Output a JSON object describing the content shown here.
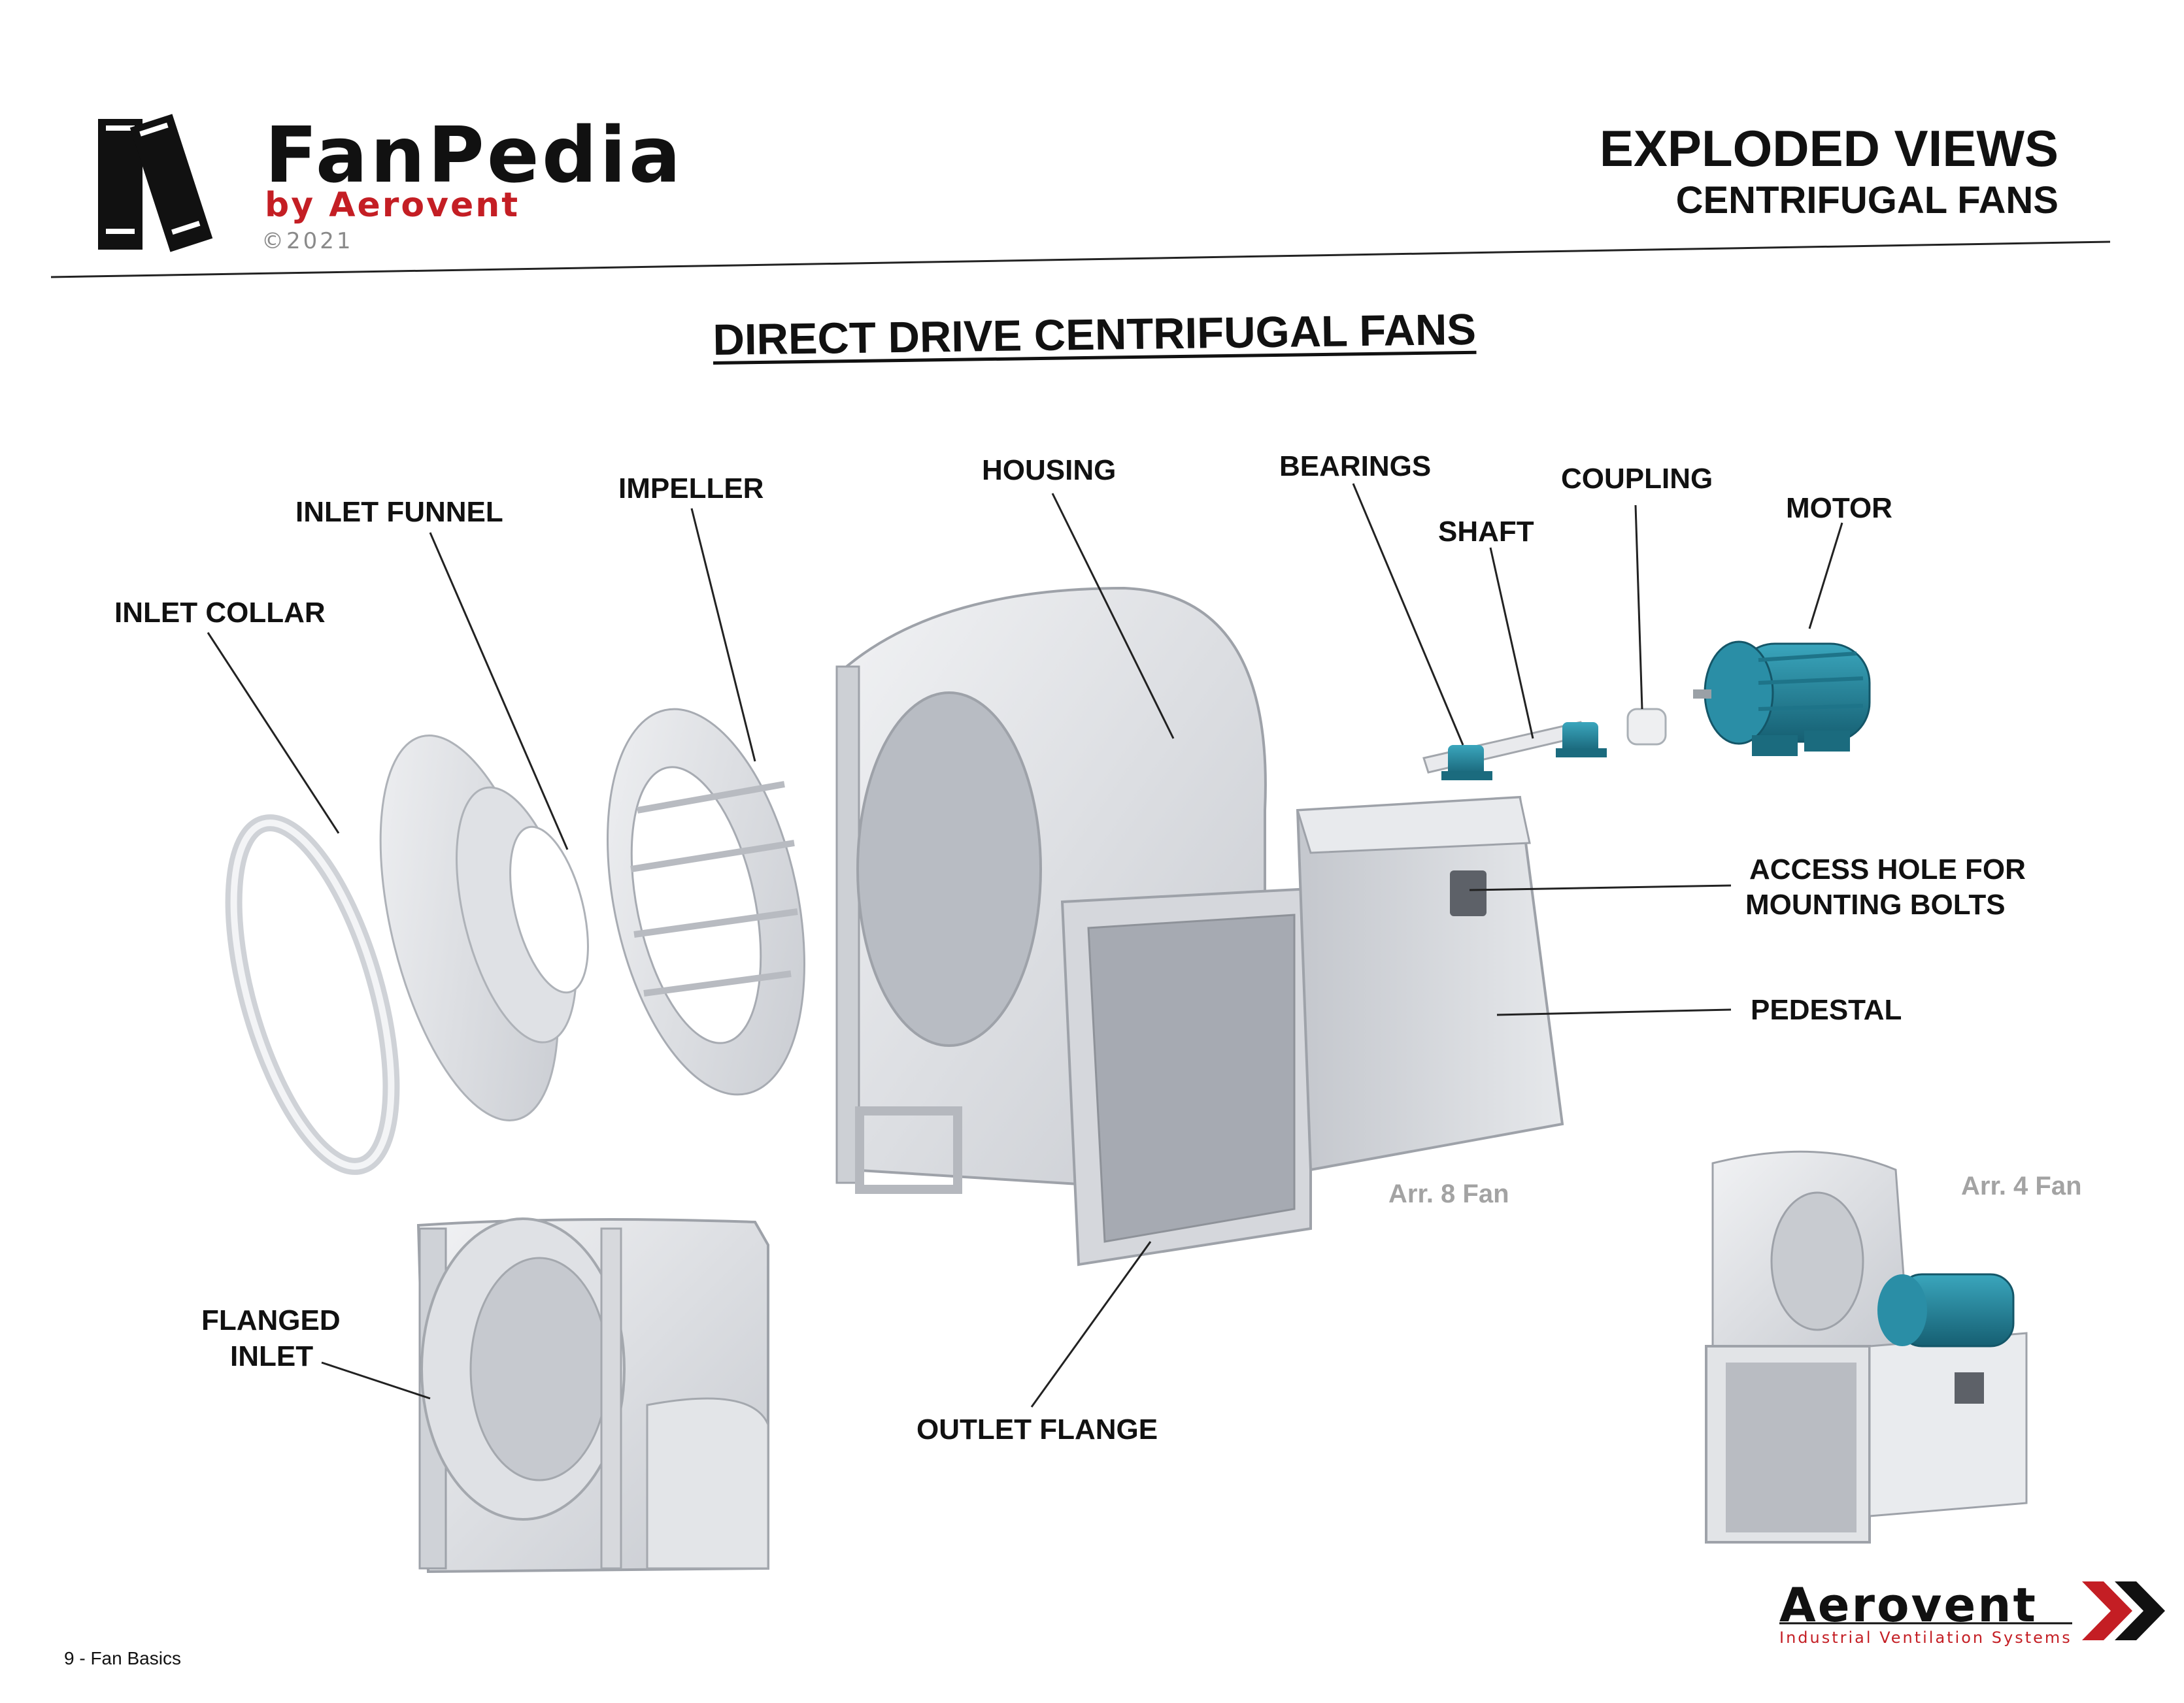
{
  "brand": {
    "name": "FanPedia",
    "byline": "by Aerovent",
    "copyright": "©2021"
  },
  "header": {
    "title": "EXPLODED VIEWS",
    "subtitle": "CENTRIFUGAL FANS"
  },
  "main_title": "DIRECT DRIVE CENTRIFUGAL FANS",
  "labels": {
    "inlet_collar": "INLET COLLAR",
    "inlet_funnel": "INLET FUNNEL",
    "impeller": "IMPELLER",
    "housing": "HOUSING",
    "bearings": "BEARINGS",
    "shaft": "SHAFT",
    "coupling": "COUPLING",
    "motor": "MOTOR",
    "access_hole_1": "ACCESS HOLE FOR",
    "access_hole_2": "MOUNTING BOLTS",
    "pedestal": "PEDESTAL",
    "outlet_flange": "OUTLET FLANGE",
    "flanged_inlet_1": "FLANGED",
    "flanged_inlet_2": "INLET"
  },
  "captions": {
    "arr8": "Arr. 8 Fan",
    "arr4": "Arr. 4 Fan"
  },
  "footer": {
    "page": "9 - Fan Basics"
  },
  "logo": {
    "wordmark": "Aerovent",
    "tagline": "Industrial Ventilation Systems"
  },
  "colors": {
    "brand_red": "#c41e24",
    "motor_teal": "#1f7f96",
    "metal": "#d8dadf"
  }
}
